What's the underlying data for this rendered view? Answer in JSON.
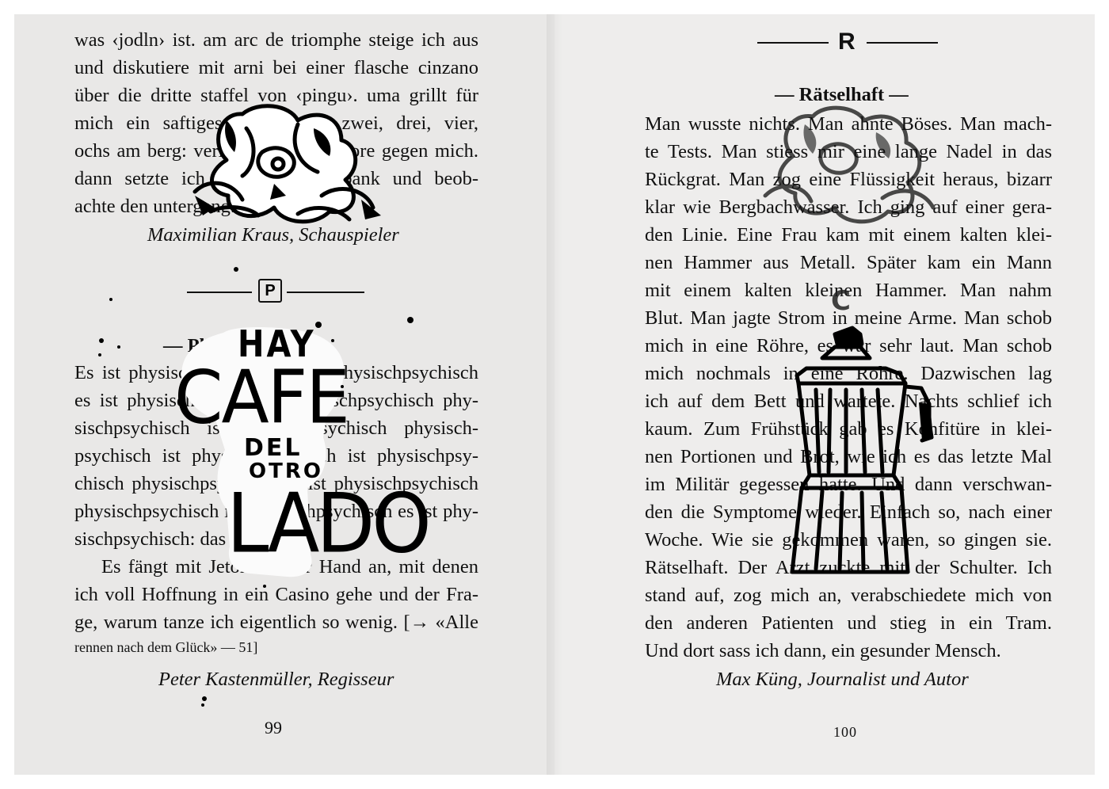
{
  "left_page": {
    "lines_top": [
      "was ‹jodln› ist. am arc de triomphe steige ich aus",
      "und diskutiere mit arni bei einer flasche cinzano",
      "über die dritte staffel von ‹pingu›. uma grillt für",
      "mich ein saftiges steak. eins, zwei, drei, vier,",
      "ochs am berg: verloren, ich bin chore gegen mich.",
      "dann setzte ich mich auf die bank und beob-",
      "achte den untergang."
    ],
    "author_top": "Maximilian Kraus, Schauspieler",
    "section_letter": "P",
    "section_title": "— Physisch —",
    "lines_body": [
      "Es ist physisch ist physisch ist physischpsychisch",
      "es ist physisch psychisch physischpsychisch phy-",
      "sischpsychisch ist physischpsychisch physisch-",
      "psychisch ist physischpsychisch ist physischpsy-",
      "chisch physischpsychisch es ist physischpsychisch",
      "physischpsychisch ist physischpsychisch es ist phy-",
      "sischpsychisch: das Glück."
    ],
    "lines_para2": [
      "Es fängt mit Jetons in der Hand an, mit denen",
      "ich voll Hoffnung in ein Casino gehe und der Fra-",
      "ge, warum tanze ich eigentlich so wenig. [→ «Alle"
    ],
    "crossref_end": "rennen nach dem Glück» — 51]",
    "author_bottom": "Peter Kastenmüller, Regisseur",
    "page_number": "99"
  },
  "right_page": {
    "section_letter": "R",
    "section_title": "— Rätselhaft —",
    "lines": [
      "Man wusste nichts. Man ahnte Böses. Man mach-",
      "te Tests. Man stiess mir eine lange Nadel in das",
      "Rückgrat. Man zog eine Flüssigkeit heraus, bizarr",
      "klar wie Bergbachwasser. Ich ging auf einer gera-",
      "den Linie. Eine Frau kam mit einem kalten klei-",
      "nen Hammer aus Metall. Später kam ein Mann",
      "mit einem kalten kleinen Hammer. Man nahm",
      "Blut. Man jagte Strom in meine Arme. Man schob",
      "mich in eine Röhre, es war sehr laut. Man schob",
      "mich nochmals in eine Röhre. Dazwischen lag",
      "ich auf dem Bett und wartete. Nachts schlief ich",
      "kaum. Zum Frühstück gab es Konfitüre in klei-",
      "nen Portionen und Brot, wie ich es das letzte Mal",
      "im Militär gegessen hatte. Und dann verschwan-",
      "den die Symptome wieder. Einfach so, nach einer",
      "Woche. Wie sie gekommen waren, so gingen sie.",
      "Rätselhaft. Der Arzt zuckte mit der Schulter. Ich",
      "stand auf, zog mich an, verabschiedete mich von",
      "den anderen Patienten und stieg in ein Tram."
    ],
    "last_line": "Und dort sass ich dann, ein gesunder Mensch.",
    "author": "Max Küng, Journalist und Autor",
    "page_number": "100",
    "stamp_letter": "C"
  },
  "handwriting": {
    "hay": "HAY",
    "cafe": "CAFE",
    "del": "DEL",
    "otro": "OTRO",
    "lado": "LADO"
  }
}
